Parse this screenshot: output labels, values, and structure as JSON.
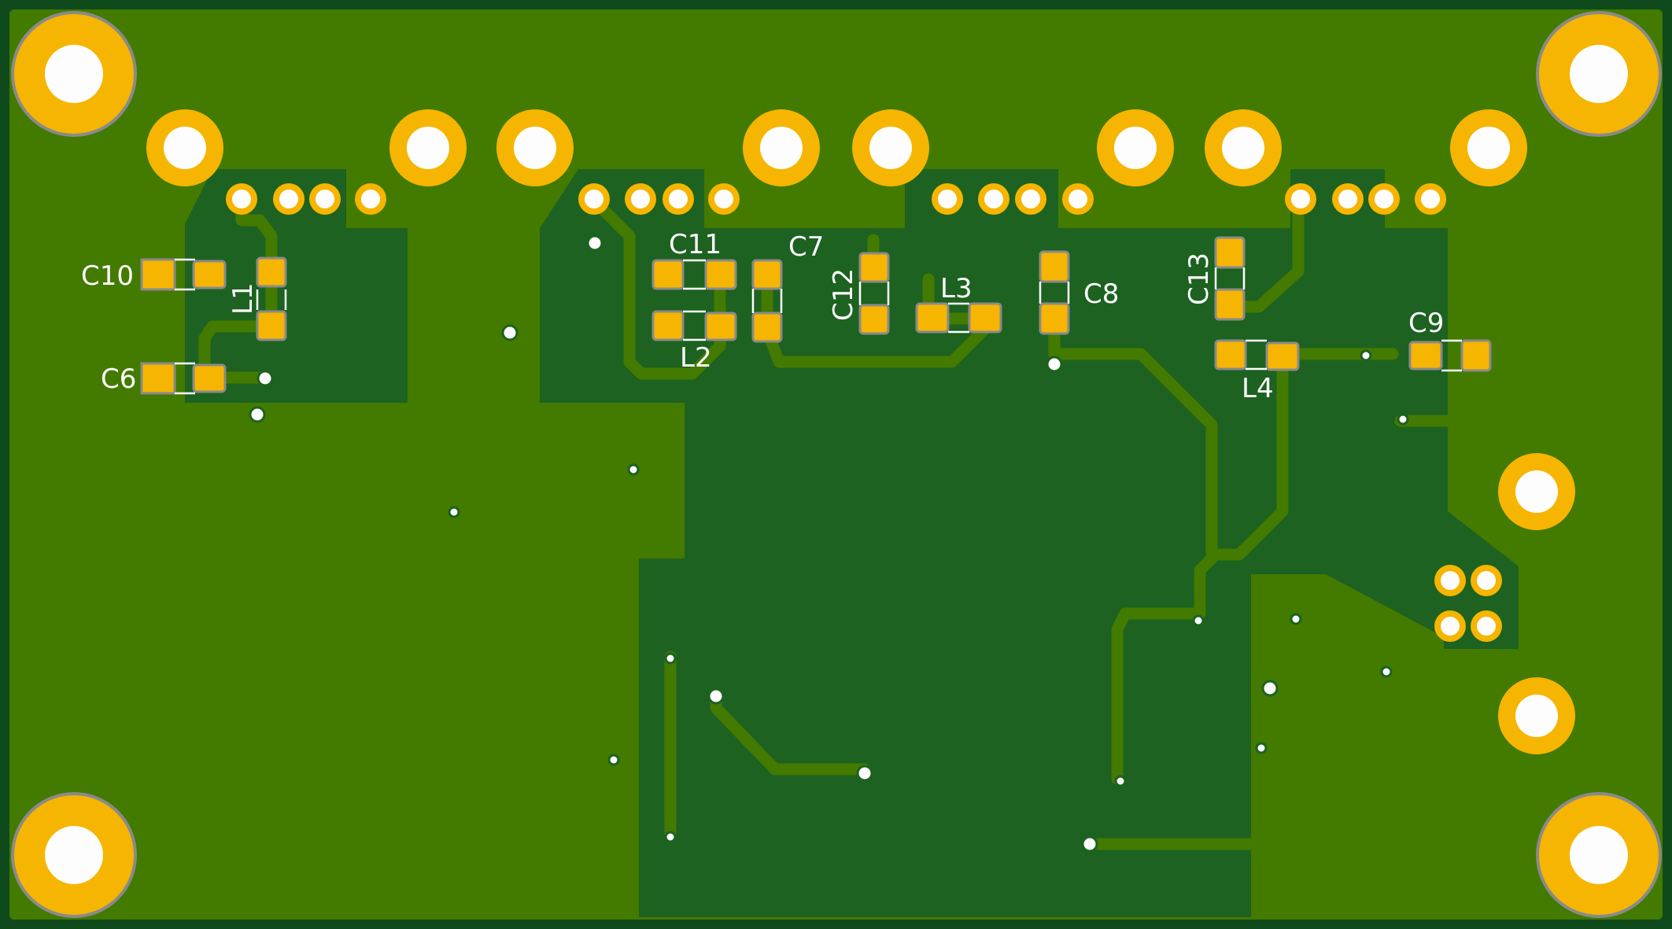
{
  "colors": {
    "board_light": "#437a00",
    "board_dark": "#1d6220",
    "edge": "#0f4a1c",
    "copper": "#f6b500",
    "pad_outline": "#8a8a8a",
    "silk": "#ffffff"
  },
  "designators": {
    "c10": "C10",
    "c6": "C6",
    "l1": "L1",
    "c11": "C11",
    "l2": "L2",
    "c7": "C7",
    "c12": "C12",
    "l3": "L3",
    "c8": "C8",
    "c13": "C13",
    "l4": "L4",
    "c9": "C9"
  }
}
